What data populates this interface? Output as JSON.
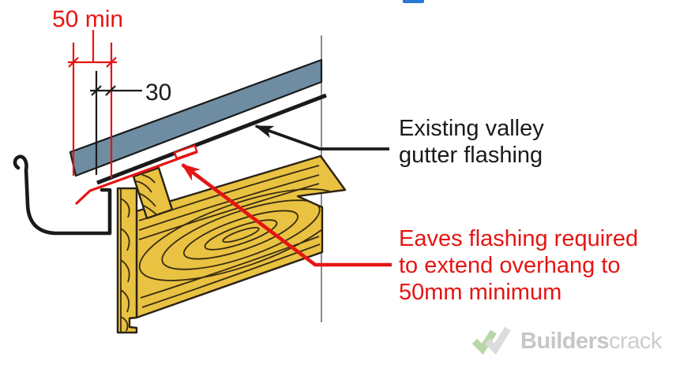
{
  "colors": {
    "red": "#e51513",
    "ink": "#1a1a1a",
    "ink2": "#2b2215",
    "steel": "#6f8da2",
    "wood": "#e9c242",
    "grain": "#392c10",
    "cut": "#6f6f6f",
    "logo_green": "#b7d7a8",
    "logo_gray": "#dcdcdc",
    "logo_text_bold": "#c6c6c6",
    "logo_text_light": "#cdcdcd",
    "artifact_blue": "#2878d8"
  },
  "diagram": {
    "dim_overhang": "50 min",
    "dim_existing": "30",
    "label_valley_line1": "Existing valley",
    "label_valley_line2": "gutter flashing",
    "label_eaves_line1": "Eaves flashing required",
    "label_eaves_line2": "to extend overhang to",
    "label_eaves_line3": "50mm minimum"
  },
  "logo": {
    "bold": "Builders",
    "light": "crack",
    "icon": "double-check-icon"
  }
}
